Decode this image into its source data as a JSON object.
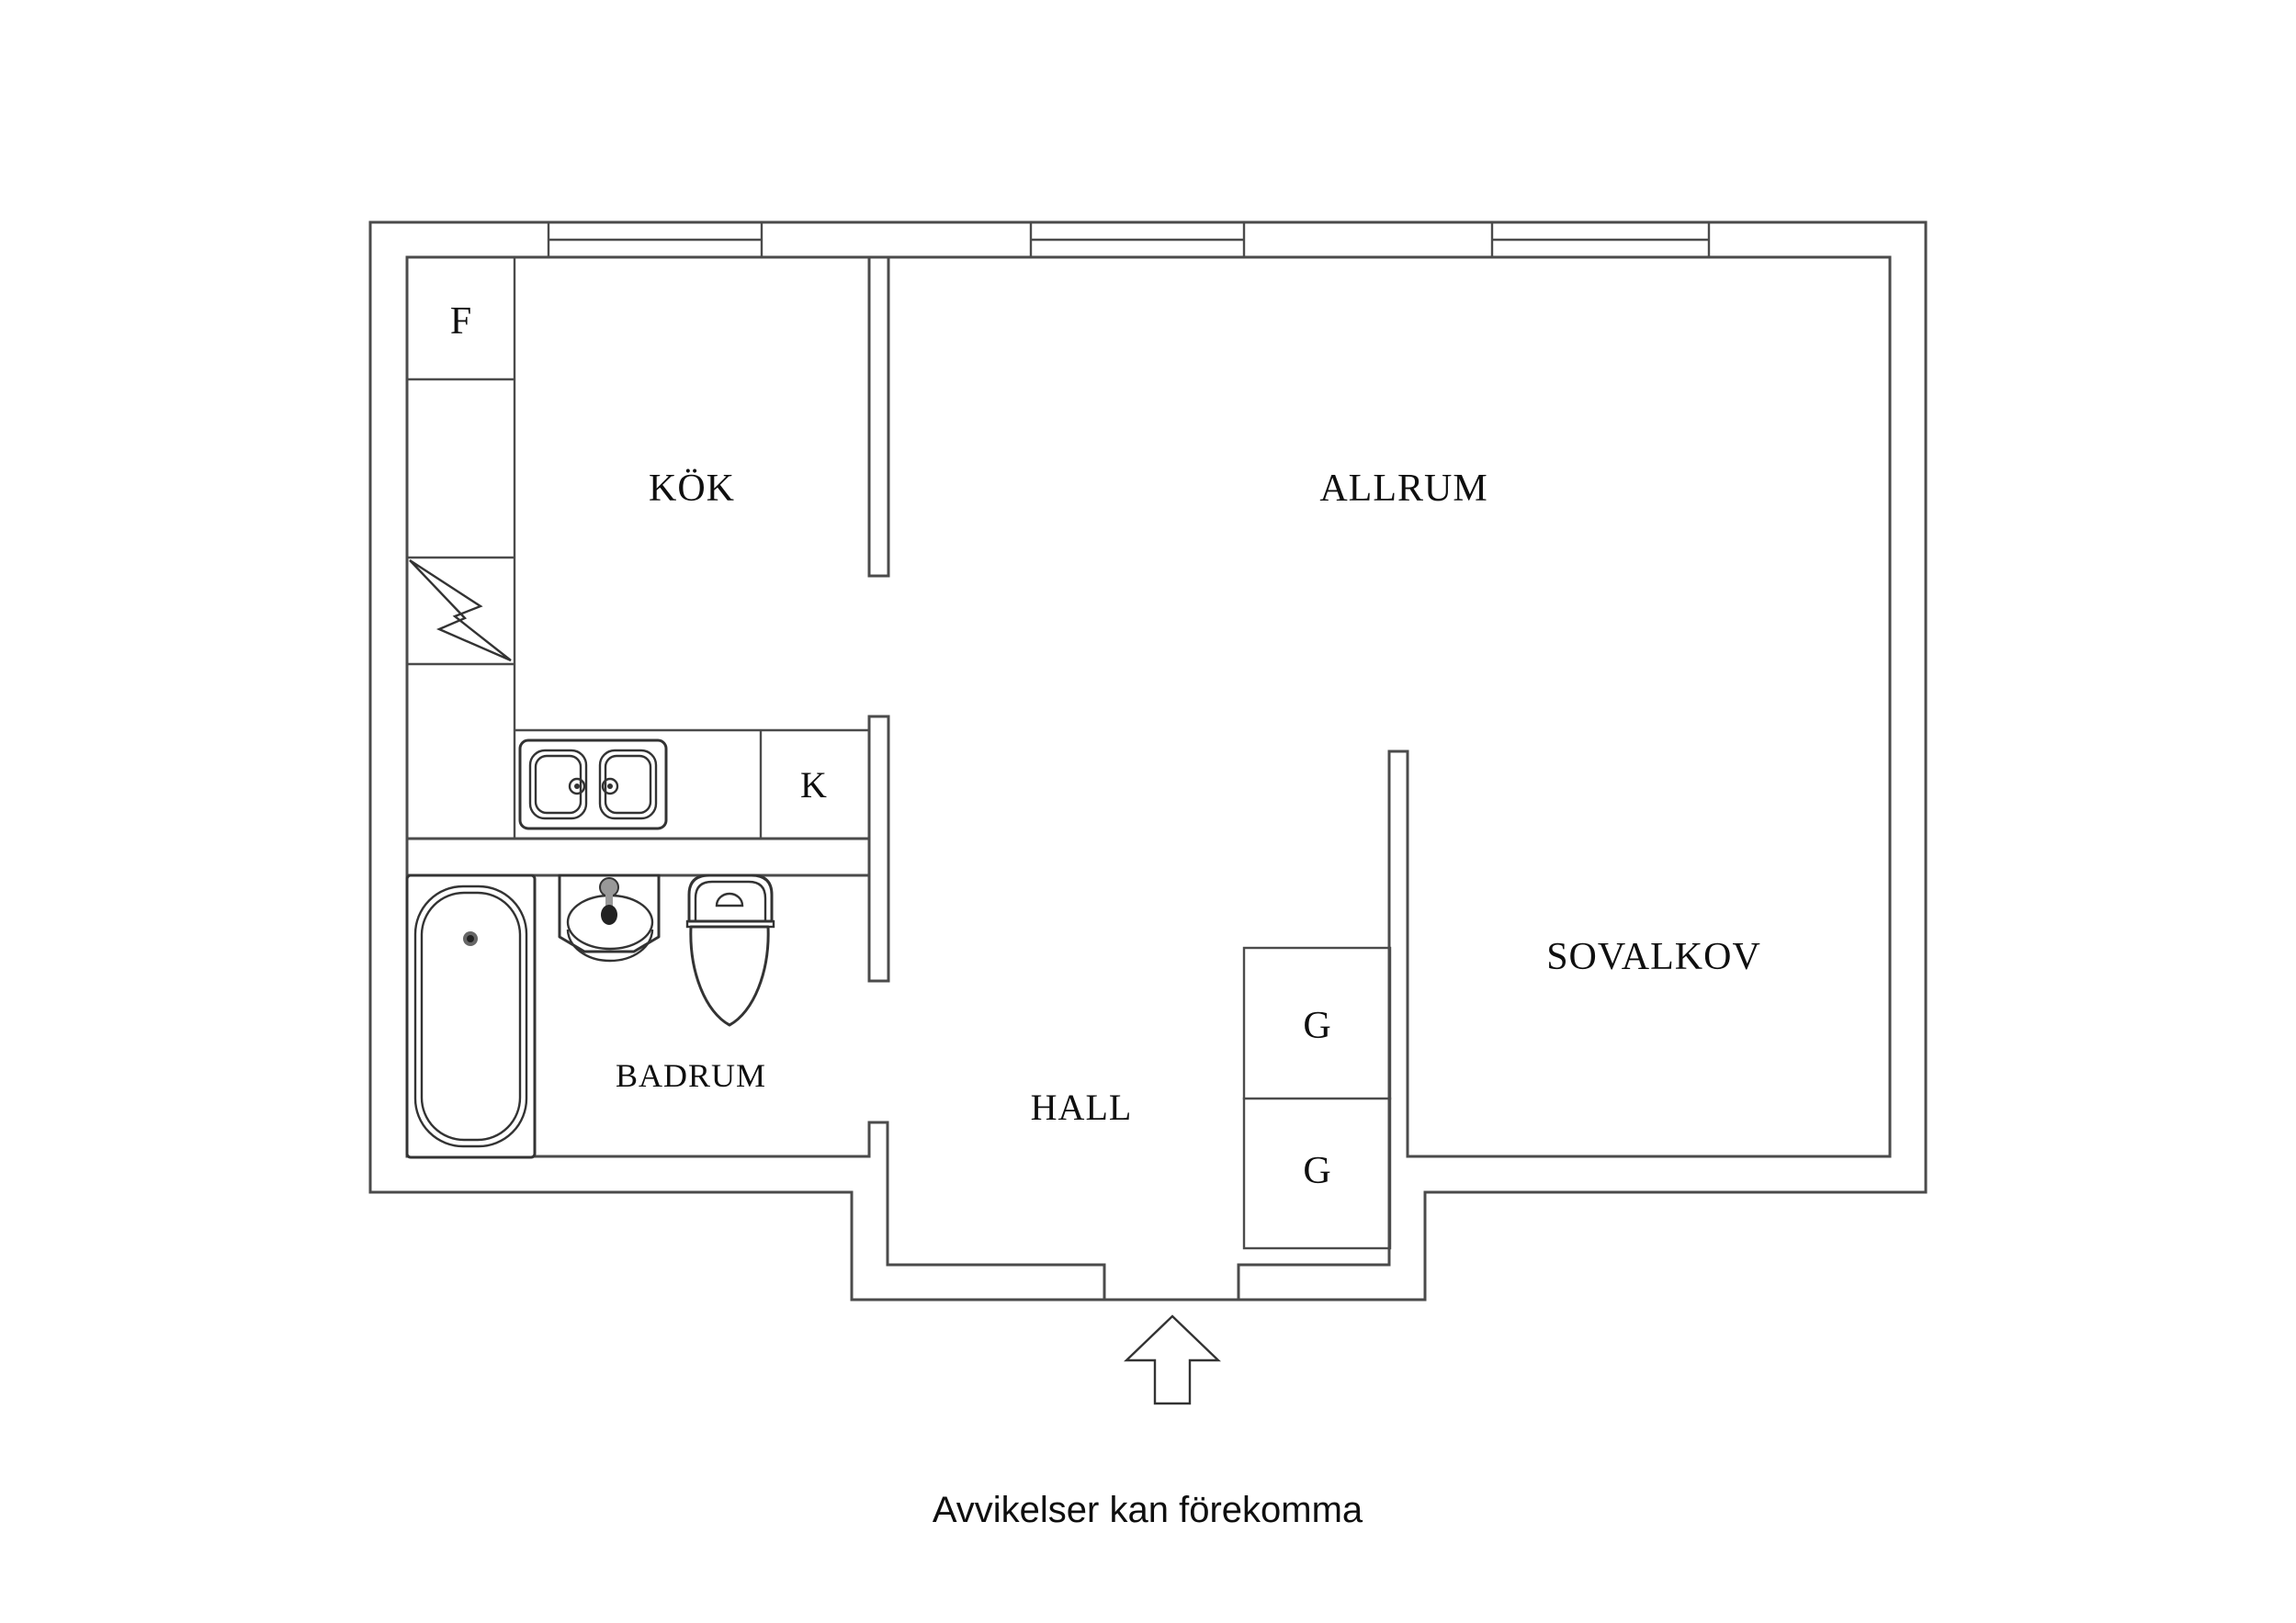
{
  "canvas": {
    "background": "#ffffff",
    "wall_line_color": "#4b4b4b",
    "fixture_line_color": "#333333",
    "text_color": "#0f0f0f"
  },
  "floor_plan": {
    "labels": {
      "kok": "KÖK",
      "allrum": "ALLRUM",
      "sovalkov": "SOVALKOV",
      "hall": "HALL",
      "badrum": "BADRUM",
      "fridge": "F",
      "kitchen_cabinet": "K",
      "wardrobe_upper": "G",
      "wardrobe_lower": "G"
    },
    "icons": {
      "entrance-arrow-icon": "⬆ outlined arrow pointing into entrance",
      "bathtub-icon": "rounded rectangle bathtub outline with drain dot",
      "washbasin-icon": "pentagon basin with oval bowl and faucet",
      "toilet-icon": "tank with button and egg-shaped bowl",
      "kitchen-sink-icon": "double-basin sink with two drains",
      "stove-icon": "lightning zigzag symbol in cabinet box",
      "window-icon": "double-line opening in outer wall"
    }
  },
  "footer": {
    "disclaimer": "Avvikelser kan förekomma"
  }
}
